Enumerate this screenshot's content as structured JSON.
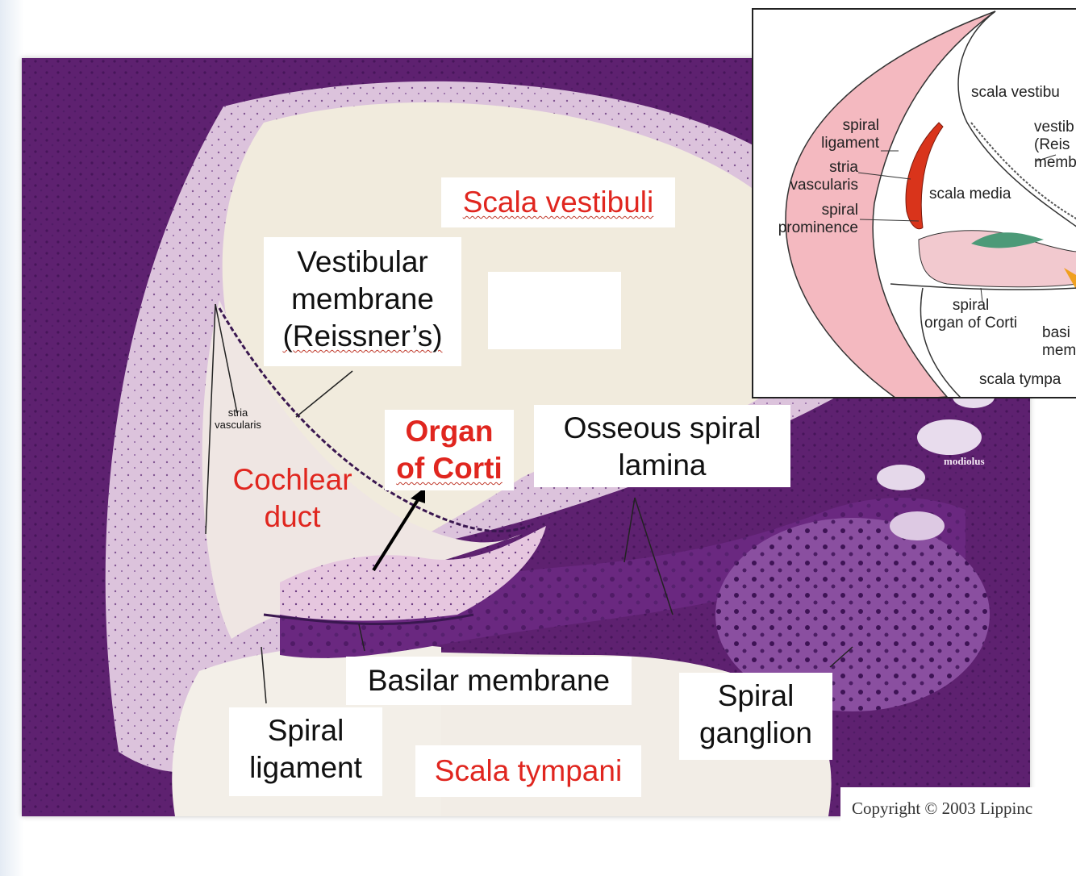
{
  "labels": {
    "scala_vestibuli": "Scala vestibuli",
    "vestibular_membrane": [
      "Vestibular",
      "membrane",
      "(Reissner’s)"
    ],
    "organ_of_corti": [
      "Organ",
      "of Corti"
    ],
    "osseous_spiral_lamina": [
      "Osseous spiral",
      "lamina"
    ],
    "cochlear_duct": [
      "Cochlear",
      "duct"
    ],
    "stria_vascularis_small": [
      "stria",
      "vascularis"
    ],
    "modiolus": "modiolus",
    "basilar_membrane": "Basilar membrane",
    "spiral_ganglion": [
      "Spiral",
      "ganglion"
    ],
    "spiral_ligament": [
      "Spiral",
      "ligament"
    ],
    "scala_tympani": "Scala tympani"
  },
  "inset": {
    "scala_vestibuli": "scala vestibu",
    "vestibular_membrane": [
      "vestib",
      "(Reis",
      "memb"
    ],
    "spiral_ligament": [
      "spiral",
      "ligament"
    ],
    "stria_vascularis": [
      "stria",
      "vascularis"
    ],
    "spiral_prominence": [
      "spiral",
      "prominence"
    ],
    "scala_media": "scala media",
    "spiral_organ": [
      "spiral",
      "organ of Corti"
    ],
    "basilar_membrane": [
      "basi",
      "memb"
    ],
    "scala_tympani": "scala tympa"
  },
  "copyright": "Copyright © 2003 Lippinc",
  "colors": {
    "label_red": "#e0261f",
    "tissue_purple": "#5e2170",
    "tissue_pink": "#dcc3dc",
    "inset_pink": "#f4b9c0",
    "stria_red": "#d9341b"
  }
}
